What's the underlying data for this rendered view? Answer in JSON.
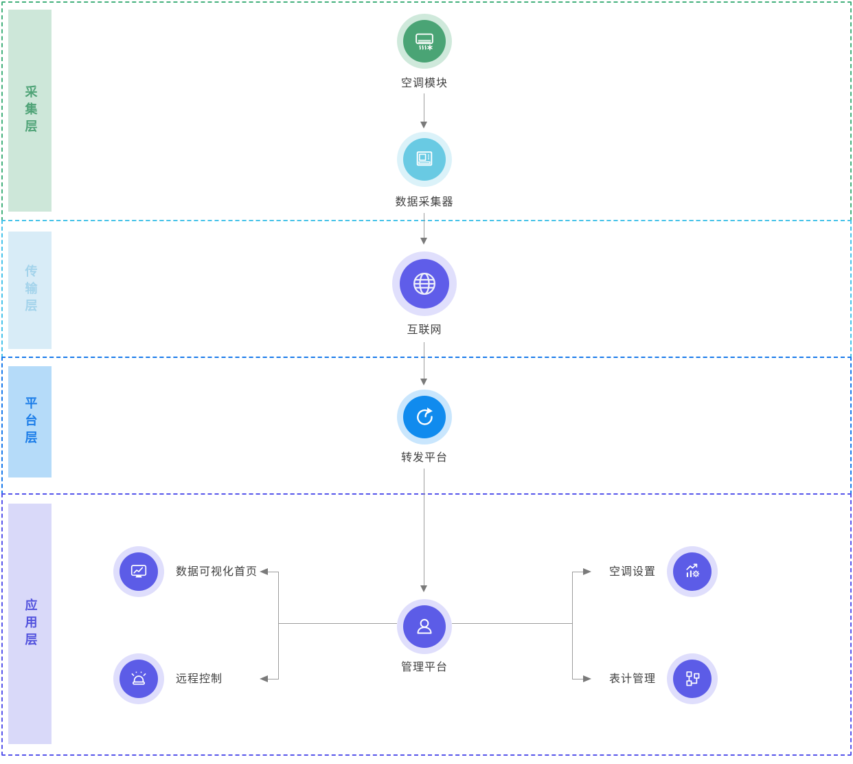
{
  "layers": [
    {
      "label": "采集层",
      "border_color": "#43b07c",
      "bar_bg": "#cde7d9",
      "text_color": "#4fa377"
    },
    {
      "label": "传输层",
      "border_color": "#45c2ea",
      "bar_bg": "#d8ecf7",
      "text_color": "#a3d3eb"
    },
    {
      "label": "平台层",
      "border_color": "#1778ea",
      "bar_bg": "#b5dbf9",
      "text_color": "#1a7ce8"
    },
    {
      "label": "应用层",
      "border_color": "#5553ea",
      "bar_bg": "#d9d9f9",
      "text_color": "#5151dd"
    }
  ],
  "nodes": {
    "ac_module": {
      "label": "空调模块",
      "icon": "air-conditioner-icon",
      "circle": "#4aa475",
      "ring": "#cfe9db"
    },
    "data_collector": {
      "label": "数据采集器",
      "icon": "data-collector-icon",
      "circle": "#69cae3",
      "ring": "#dbf2f9"
    },
    "internet": {
      "label": "互联网",
      "icon": "globe-icon",
      "circle": "#5f5de9",
      "ring": "#e0dffc"
    },
    "forward_platform": {
      "label": "转发平台",
      "icon": "circular-arrow-icon",
      "circle": "#108bee",
      "ring": "#c9e6fd"
    },
    "management_platform": {
      "label": "管理平台",
      "icon": "user-icon",
      "circle": "#5c5ce7",
      "ring": "#dfdefc"
    },
    "data_visualization_home": {
      "label": "数据可视化首页",
      "icon": "monitor-chart-icon",
      "circle": "#5c5ce7",
      "ring": "#dfdefc"
    },
    "remote_control": {
      "label": "远程控制",
      "icon": "alarm-icon",
      "circle": "#5c5ce7",
      "ring": "#dfdefc"
    },
    "ac_settings": {
      "label": "空调设置",
      "icon": "chart-gear-icon",
      "circle": "#5c5ce7",
      "ring": "#dfdefc"
    },
    "meter_management": {
      "label": "表计管理",
      "icon": "flow-nodes-icon",
      "circle": "#5c5ce7",
      "ring": "#dfdefc"
    }
  },
  "connectors": {
    "line_color": "#9b9b9b",
    "arrow_color": "#7a7a7a"
  }
}
